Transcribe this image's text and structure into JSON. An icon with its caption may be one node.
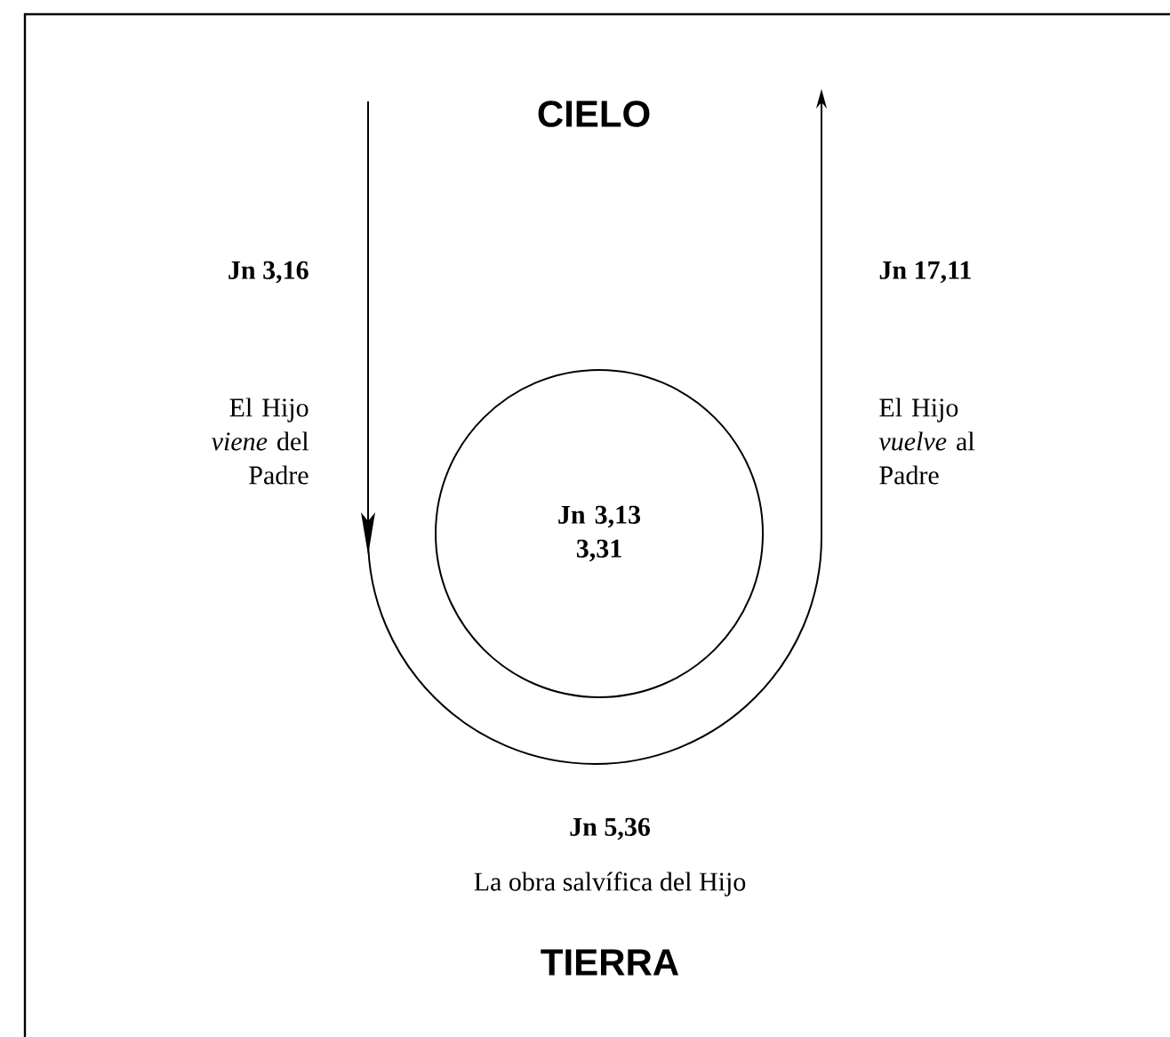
{
  "diagram": {
    "nodes": [
      {
        "text": [
          "Jn 3,13 3,31"
        ]
      }
    ],
    "labels": [
      "CIELO",
      "Jn 3,16",
      "El Hijo *viene* del Padre",
      "Jn 17,11",
      "El Hijo *vuelve* al Padre",
      "Jn 5,36",
      "La obra salvífica del Hijo",
      "TIERRA"
    ]
  }
}
